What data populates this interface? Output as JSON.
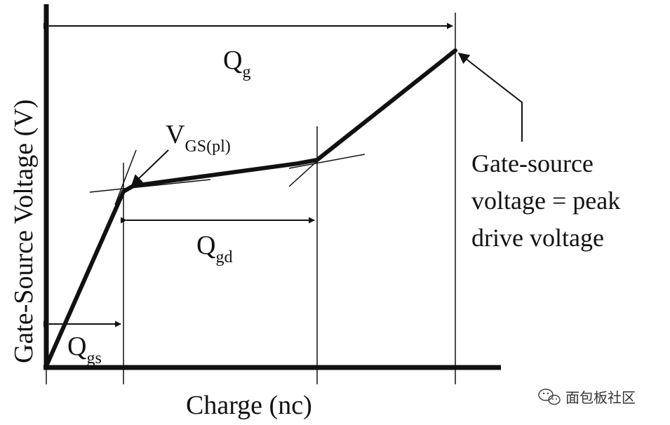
{
  "diagram": {
    "y_axis_label": "Gate-Source Voltage (V)",
    "x_axis_label": "Charge (nc)",
    "qg": {
      "main": "Q",
      "sub": "g"
    },
    "qgs": {
      "main": "Q",
      "sub": "gs"
    },
    "qgd": {
      "main": "Q",
      "sub": "gd"
    },
    "vgs_pl": {
      "main": "V",
      "sub": "GS(pl)"
    },
    "annotation": {
      "line1": "Gate-source",
      "line2": "voltage = peak",
      "line3": "drive voltage"
    }
  },
  "watermark": {
    "icon": "wechat-icon",
    "text": "面包板社区"
  },
  "colors": {
    "ink": "#111111",
    "background": "#ffffff"
  }
}
